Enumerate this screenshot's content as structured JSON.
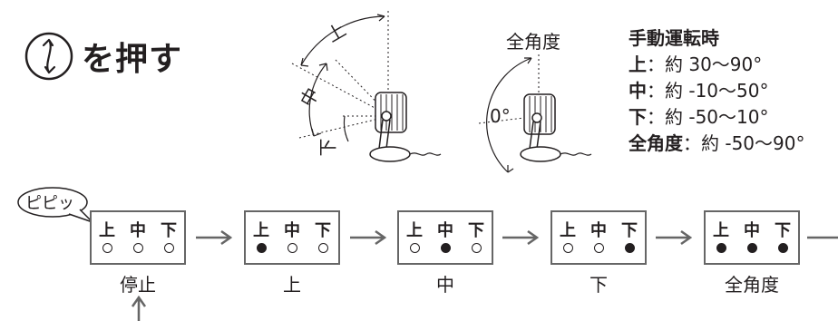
{
  "title": {
    "icon": "up-down-arrow-circle-icon",
    "text": "を押す"
  },
  "illustration": {
    "tilt_label_up": "上",
    "tilt_label_mid": "中",
    "tilt_label_down": "下",
    "full_angle_label": "全角度",
    "zero_degree_label": "0°"
  },
  "specs": {
    "heading": "手動運転時",
    "lines": [
      {
        "key": "上",
        "value": "：約 30〜90°"
      },
      {
        "key": "中",
        "value": "：約 -10〜50°"
      },
      {
        "key": "下",
        "value": "：約 -50〜10°"
      },
      {
        "key": "全角度",
        "value": "：約 -50〜90°"
      }
    ]
  },
  "sequence": {
    "bubble_text": "ピピッ",
    "indicator_labels": [
      "上",
      "中",
      "下"
    ],
    "states": [
      {
        "caption": "停止",
        "dots": [
          false,
          false,
          false
        ]
      },
      {
        "caption": "上",
        "dots": [
          true,
          false,
          false
        ]
      },
      {
        "caption": "中",
        "dots": [
          false,
          true,
          false
        ]
      },
      {
        "caption": "下",
        "dots": [
          false,
          false,
          true
        ]
      },
      {
        "caption": "全角度",
        "dots": [
          true,
          true,
          true
        ]
      }
    ]
  }
}
